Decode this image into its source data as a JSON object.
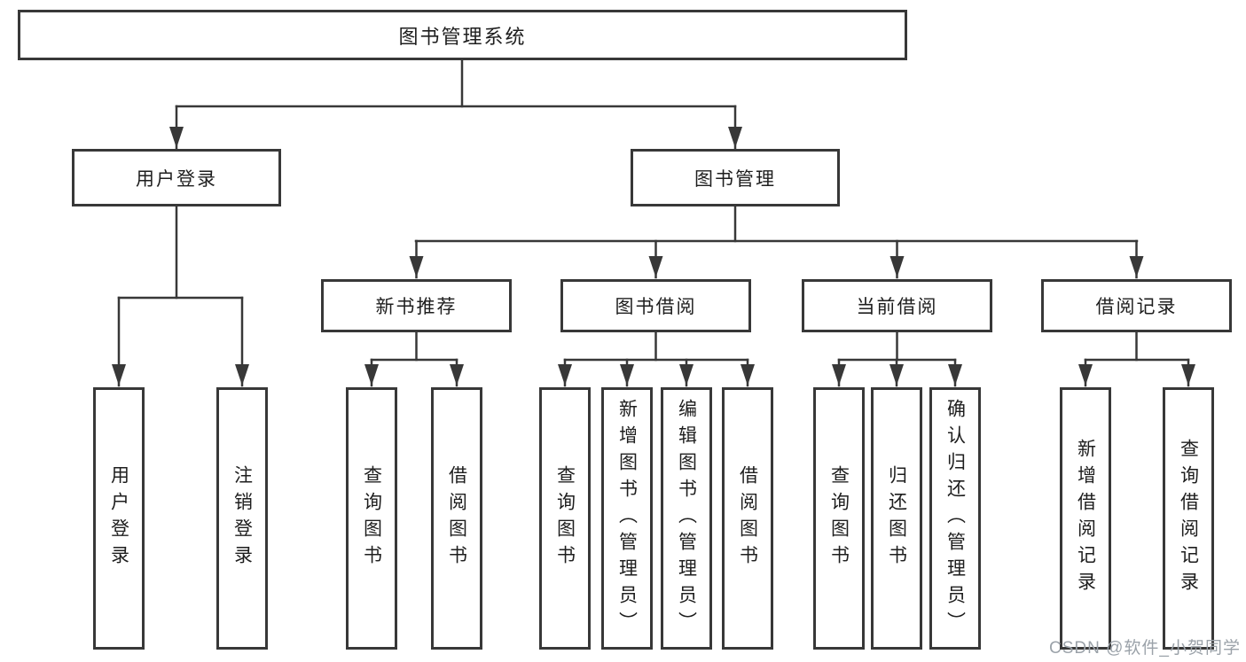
{
  "diagram": {
    "root": {
      "label": "图书管理系统"
    },
    "level2": {
      "user_login": {
        "label": "用户登录",
        "children": [
          "用户登录",
          "注销登录"
        ]
      },
      "book_mgmt": {
        "label": "图书管理"
      }
    },
    "level3": {
      "new_books": {
        "label": "新书推荐",
        "children": [
          "查询图书",
          "借阅图书"
        ]
      },
      "book_borrow": {
        "label": "图书借阅",
        "children": [
          "查询图书",
          "新增图书（管理员）",
          "编辑图书（管理员）",
          "借阅图书"
        ]
      },
      "current_borrow": {
        "label": "当前借阅",
        "children": [
          "查询图书",
          "归还图书",
          "确认归还（管理员）"
        ]
      },
      "borrow_records": {
        "label": "借阅记录",
        "children": [
          "新增借阅记录",
          "查询借阅记录"
        ]
      }
    }
  },
  "watermark": "CSDN @软件_小贺同学",
  "colors": {
    "line": "#383838",
    "text": "#1e1e1e",
    "watermark": "#9ba2a9",
    "background": "#ffffff"
  }
}
